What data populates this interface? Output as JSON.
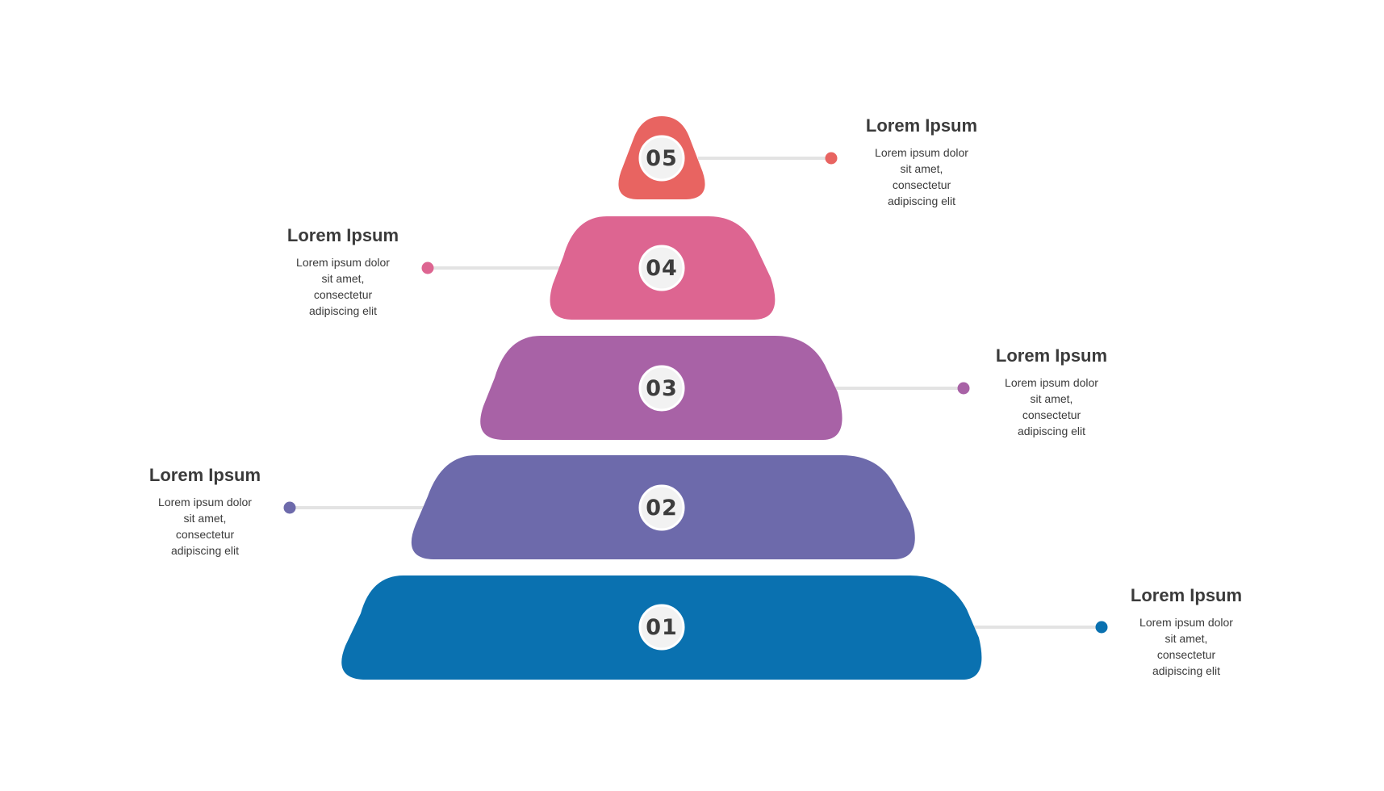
{
  "levels": [
    {
      "number": "01",
      "color": "#0a71b0",
      "title": "Lorem Ipsum",
      "body": "Lorem ipsum dolor sit amet, consectetur adipiscing elit"
    },
    {
      "number": "02",
      "color": "#6d6aab",
      "title": "Lorem Ipsum",
      "body": "Lorem ipsum dolor sit amet, consectetur adipiscing elit"
    },
    {
      "number": "03",
      "color": "#a862a6",
      "title": "Lorem Ipsum",
      "body": "Lorem ipsum dolor sit amet, consectetur adipiscing elit"
    },
    {
      "number": "04",
      "color": "#dd6591",
      "title": "Lorem Ipsum",
      "body": "Lorem ipsum dolor sit amet, consectetur adipiscing elit"
    },
    {
      "number": "05",
      "color": "#e86461",
      "title": "Lorem Ipsum",
      "body": "Lorem ipsum dolor sit amet, consectetur adipiscing elit"
    }
  ],
  "colors": {
    "connector": "#e3e3e3",
    "badge": "#f2f2f2",
    "text": "#3b3b3b"
  }
}
